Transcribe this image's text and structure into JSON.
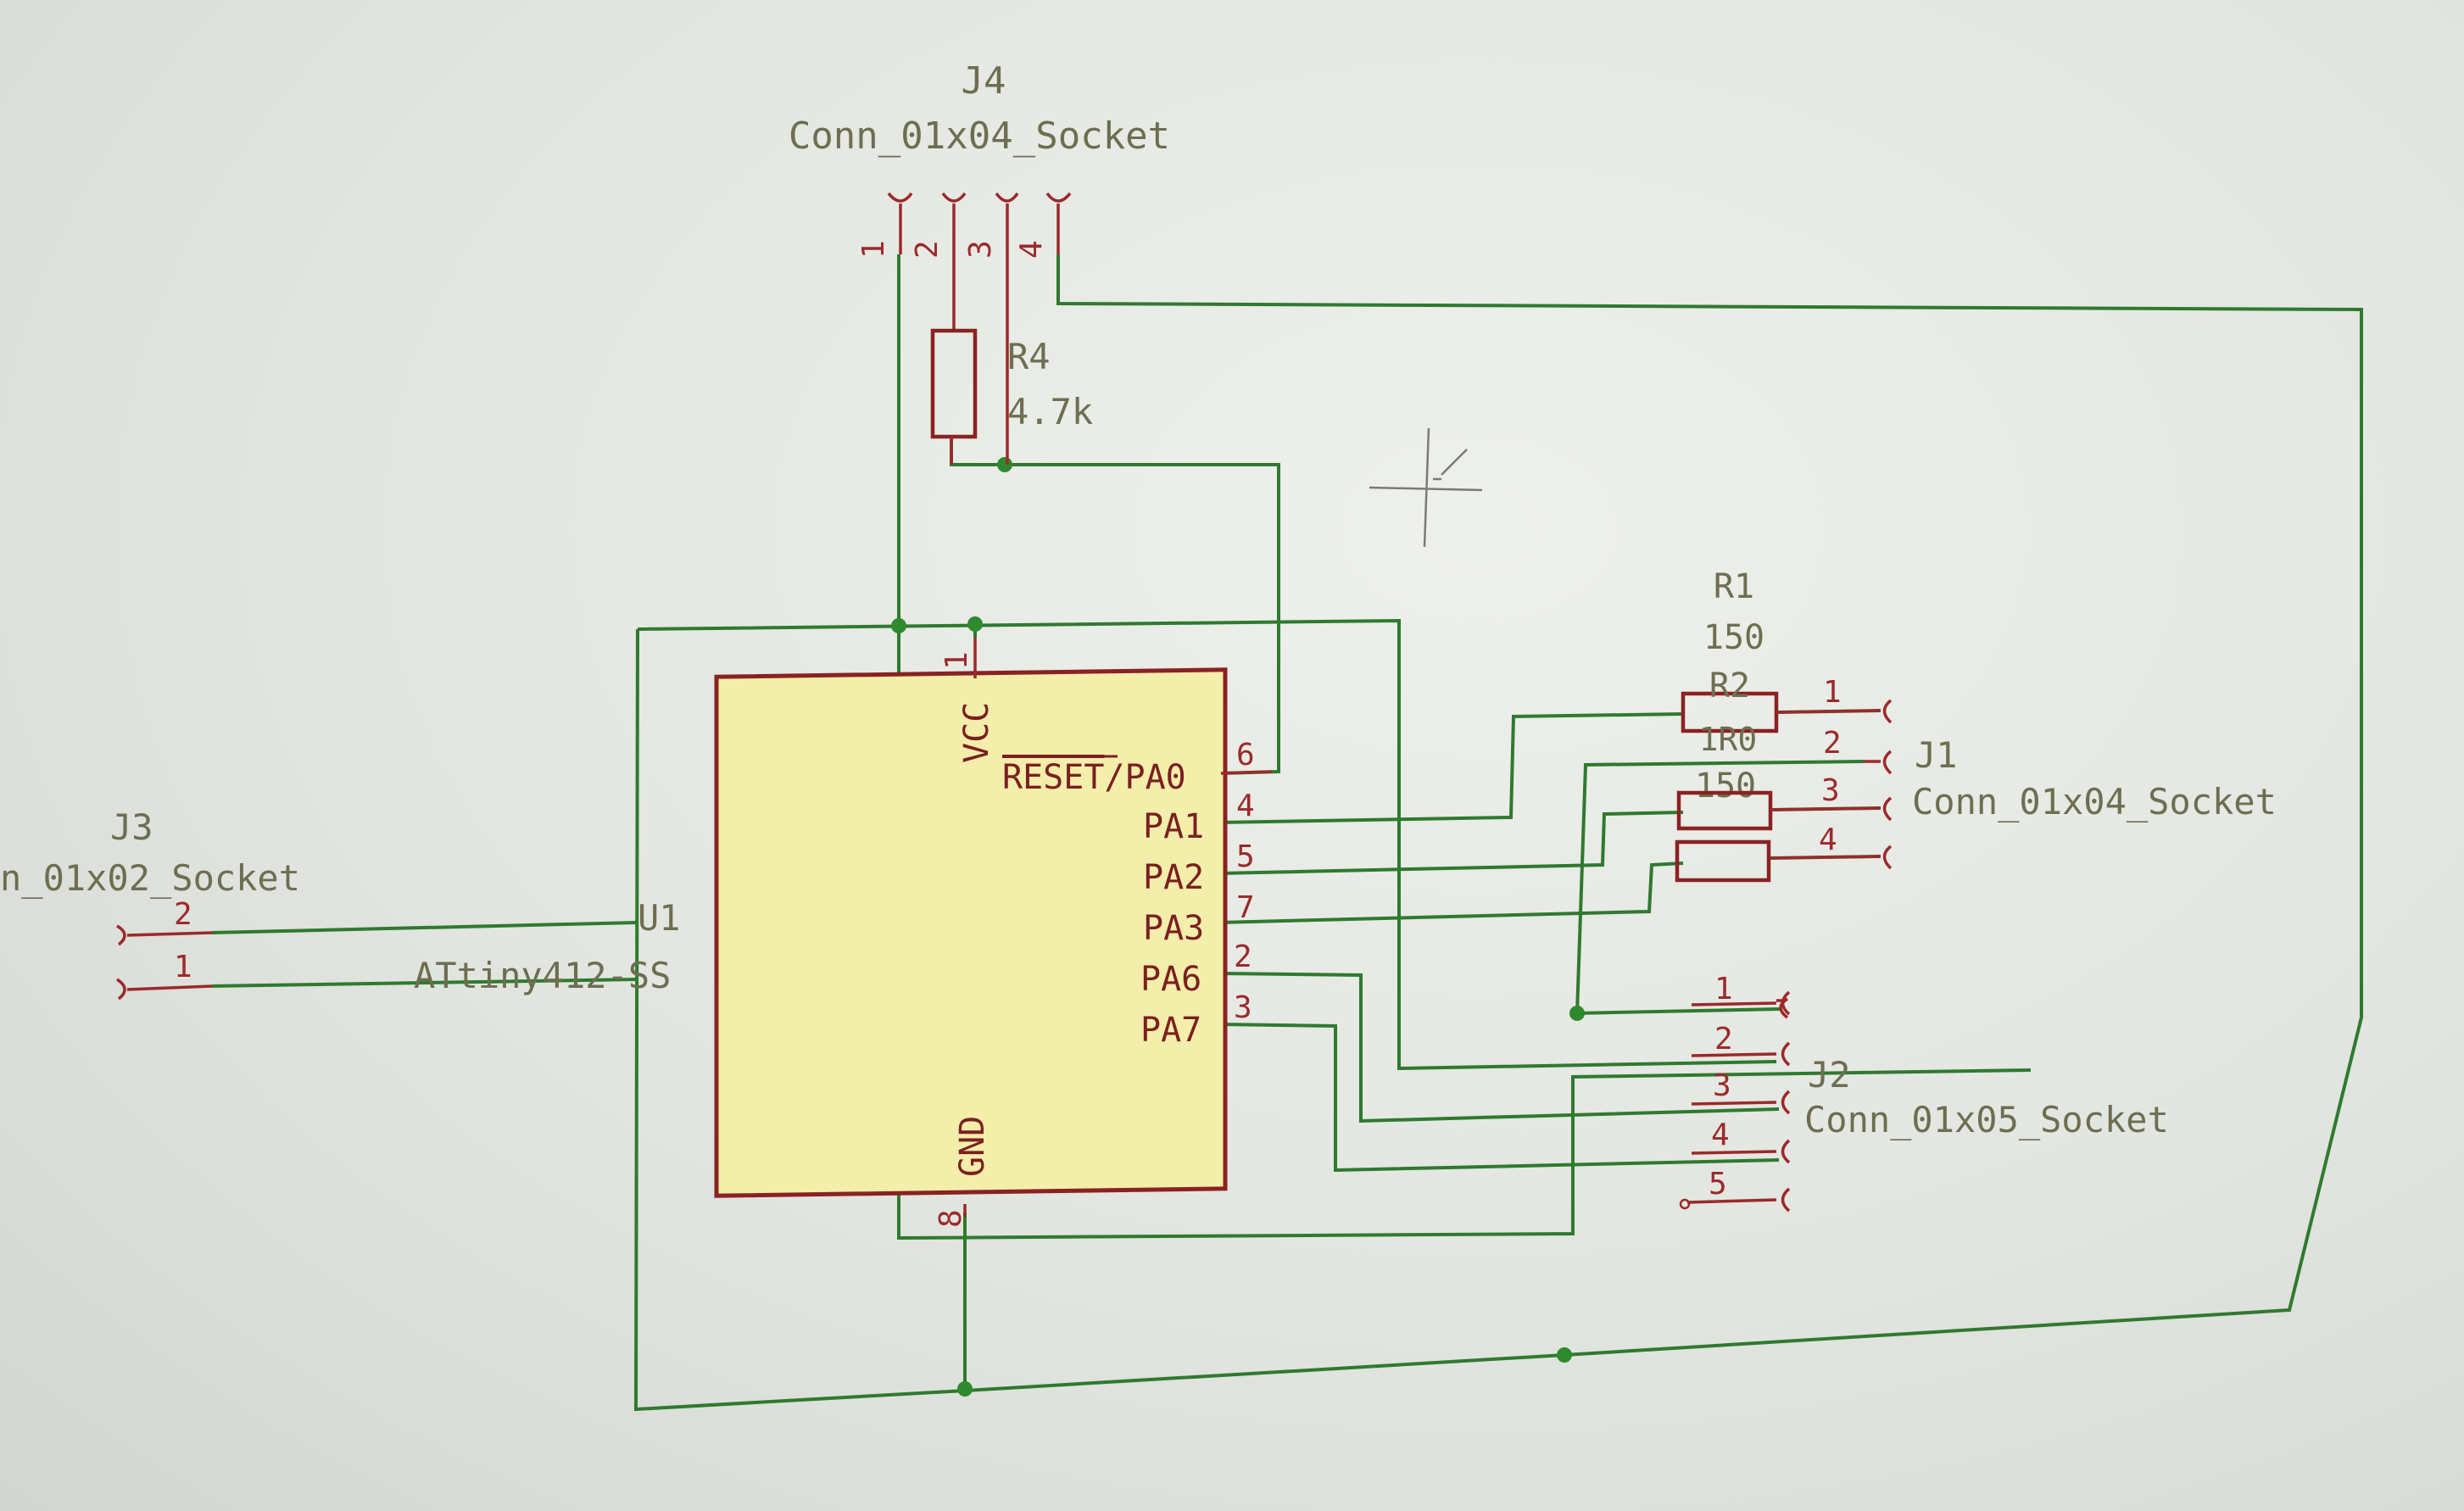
{
  "components": {
    "j4": {
      "ref": "J4",
      "value": "Conn_01x04_Socket",
      "pins": [
        "1",
        "2",
        "3",
        "4"
      ]
    },
    "r4": {
      "ref": "R4",
      "value": "4.7k"
    },
    "u1": {
      "ref": "U1",
      "value": "ATtiny412-SS",
      "pins": {
        "vcc": {
          "name": "VCC",
          "num": "1"
        },
        "gnd": {
          "name": "GND",
          "num": "8"
        },
        "reset_pa0": {
          "name_overline": "RESET",
          "name_rest": "/PA0",
          "num": "6"
        },
        "pa1": {
          "name": "PA1",
          "num": "4"
        },
        "pa2": {
          "name": "PA2",
          "num": "5"
        },
        "pa3": {
          "name": "PA3",
          "num": "7"
        },
        "pa6": {
          "name": "PA6",
          "num": "2"
        },
        "pa7": {
          "name": "PA7",
          "num": "3"
        }
      }
    },
    "r1": {
      "ref": "R1",
      "value": "150"
    },
    "r2": {
      "ref": "R2",
      "value": "150"
    },
    "r3_overlap": {
      "text_a": "1R0",
      "text_b": "150"
    },
    "j1": {
      "ref": "J1",
      "value": "Conn_01x04_Socket",
      "pins": [
        "1",
        "2",
        "3",
        "4"
      ]
    },
    "j2": {
      "ref": "J2",
      "value": "Conn_01x05_Socket",
      "pins": [
        "1",
        "2",
        "3",
        "4",
        "5"
      ]
    },
    "j3": {
      "ref": "J3",
      "value": "n_01x02_Socket",
      "pins": [
        "2",
        "1"
      ]
    }
  },
  "colors": {
    "wire": "#2f7a2f",
    "pin": "#9b2a2a",
    "ic_fill": "#f3eeaa",
    "text": "#7a2020"
  }
}
